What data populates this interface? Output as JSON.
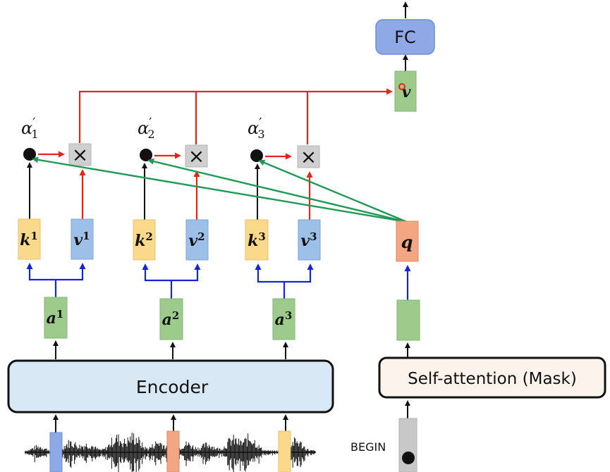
{
  "diagram": {
    "title": "Cross-attention in encoder-decoder (speech)",
    "colors": {
      "key_fill": "#FBD98A",
      "value_fill": "#9DC0E8",
      "query_fill": "#F4A582",
      "encoder_out_fill": "#9CCB8C",
      "context_fill": "#9CCB8C",
      "fc_fill": "#8FA9E6",
      "multiply_fill": "#CFCFCF",
      "encoder_fill": "#D9E8F5",
      "self_attention_fill": "#FBF3EC",
      "begin_fill": "#C8C8C8",
      "red_line": "#E32618",
      "green_line": "#1F9955",
      "blue_line": "#1525D6",
      "black_line": "#111111"
    },
    "top_block": {
      "label": "FC"
    },
    "context_vector": {
      "label": "v"
    },
    "attention_weights": [
      {
        "symbol": "α",
        "prime": "′",
        "sub": "1"
      },
      {
        "symbol": "α",
        "prime": "′",
        "sub": "2"
      },
      {
        "symbol": "α",
        "prime": "′",
        "sub": "3"
      }
    ],
    "multiply_symbol": "×",
    "keys": [
      {
        "base": "k",
        "sup": "1"
      },
      {
        "base": "k",
        "sup": "2"
      },
      {
        "base": "k",
        "sup": "3"
      }
    ],
    "values": [
      {
        "base": "v",
        "sup": "1"
      },
      {
        "base": "v",
        "sup": "2"
      },
      {
        "base": "v",
        "sup": "3"
      }
    ],
    "encoder_outputs": [
      {
        "base": "a",
        "sup": "1"
      },
      {
        "base": "a",
        "sup": "2"
      },
      {
        "base": "a",
        "sup": "3"
      }
    ],
    "query": {
      "label": "q"
    },
    "encoder": {
      "label": "Encoder"
    },
    "self_attention": {
      "label": "Self-attention (Mask)"
    },
    "begin": {
      "label": "BEGIN"
    }
  }
}
